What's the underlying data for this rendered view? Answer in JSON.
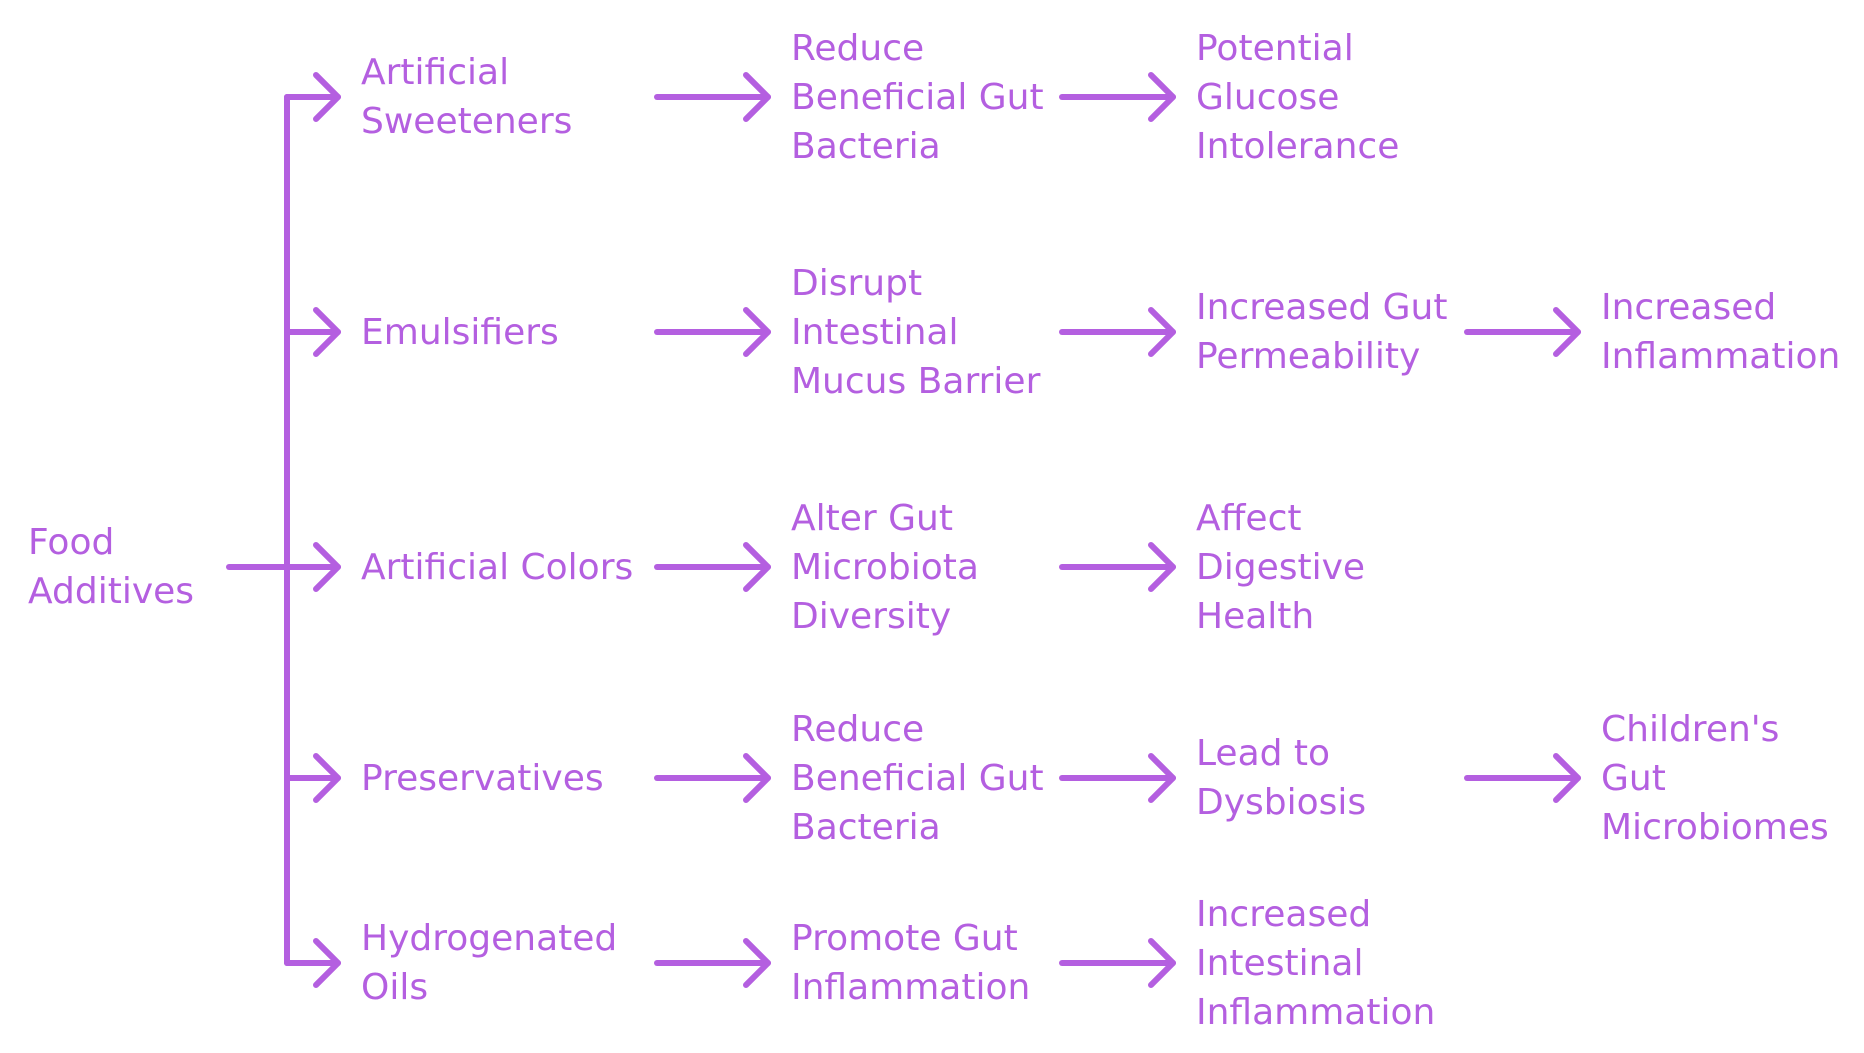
{
  "colors": {
    "accent": "#b45fe0",
    "background": "#ffffff"
  },
  "root": {
    "id": "root",
    "lines": [
      "Food",
      "Additives"
    ]
  },
  "branches": [
    {
      "id": "b1",
      "nodes": [
        {
          "id": "b1-0",
          "lines": [
            "Artificial",
            "Sweeteners"
          ]
        },
        {
          "id": "b1-1",
          "lines": [
            "Reduce",
            "Beneficial Gut",
            "Bacteria"
          ]
        },
        {
          "id": "b1-2",
          "lines": [
            "Potential",
            "Glucose",
            "Intolerance"
          ]
        }
      ]
    },
    {
      "id": "b2",
      "nodes": [
        {
          "id": "b2-0",
          "lines": [
            "Emulsifiers"
          ]
        },
        {
          "id": "b2-1",
          "lines": [
            "Disrupt",
            "Intestinal",
            "Mucus Barrier"
          ]
        },
        {
          "id": "b2-2",
          "lines": [
            "Increased Gut",
            "Permeability"
          ]
        },
        {
          "id": "b2-3",
          "lines": [
            "Increased",
            "Inflammation"
          ]
        }
      ]
    },
    {
      "id": "b3",
      "nodes": [
        {
          "id": "b3-0",
          "lines": [
            "Artificial Colors"
          ]
        },
        {
          "id": "b3-1",
          "lines": [
            "Alter Gut",
            "Microbiota",
            "Diversity"
          ]
        },
        {
          "id": "b3-2",
          "lines": [
            "Affect",
            "Digestive",
            "Health"
          ]
        }
      ]
    },
    {
      "id": "b4",
      "nodes": [
        {
          "id": "b4-0",
          "lines": [
            "Preservatives"
          ]
        },
        {
          "id": "b4-1",
          "lines": [
            "Reduce",
            "Beneficial Gut",
            "Bacteria"
          ]
        },
        {
          "id": "b4-2",
          "lines": [
            "Lead to",
            "Dysbiosis"
          ]
        },
        {
          "id": "b4-3",
          "lines": [
            "Children's",
            "Gut",
            "Microbiomes"
          ]
        }
      ]
    },
    {
      "id": "b5",
      "nodes": [
        {
          "id": "b5-0",
          "lines": [
            "Hydrogenated",
            "Oils"
          ]
        },
        {
          "id": "b5-1",
          "lines": [
            "Promote Gut",
            "Inflammation"
          ]
        },
        {
          "id": "b5-2",
          "lines": [
            "Increased",
            "Intestinal",
            "Inflammation"
          ]
        }
      ]
    }
  ]
}
